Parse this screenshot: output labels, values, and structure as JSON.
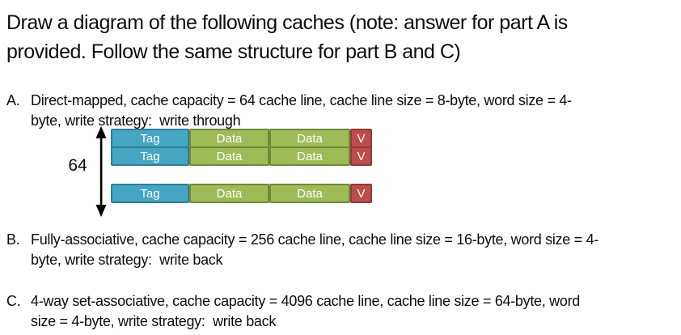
{
  "page": {
    "title_lines": {
      "line1": "Draw a diagram of the following caches (note: answer for part A is",
      "line2": "provided. Follow the same structure for part B and C)"
    }
  },
  "items": {
    "a": {
      "marker": "A.",
      "line1": "Direct-mapped, cache capacity = 64 cache line, cache line size = 8-byte, word size = 4-",
      "line2": "byte, write strategy:  write through"
    },
    "b": {
      "marker": "B.",
      "line1": "Fully-associative, cache capacity = 256 cache line, cache line size = 16-byte, word size = 4-",
      "line2": "byte, write strategy:  write back"
    },
    "c": {
      "marker": "C.",
      "line1": "4-way set-associative, cache capacity = 4096 cache line, cache line size = 64-byte, word",
      "line2": "size = 4-byte, write strategy:  write back"
    }
  },
  "diagram": {
    "row_count_label": "64",
    "colors": {
      "tag_fill": "#45a5c2",
      "tag_border": "#2e7e9a",
      "data_fill": "#9ebb57",
      "data_border": "#71893a",
      "valid_fill": "#be4c4a",
      "valid_border": "#8e3b38",
      "arrow": "#000000"
    },
    "rows": [
      {
        "cells": [
          {
            "type": "tag",
            "label": "Tag"
          },
          {
            "type": "data",
            "label": "Data"
          },
          {
            "type": "data",
            "label": "Data"
          },
          {
            "type": "valid",
            "label": "V"
          }
        ]
      },
      {
        "cells": [
          {
            "type": "tag",
            "label": "Tag"
          },
          {
            "type": "data",
            "label": "Data"
          },
          {
            "type": "data",
            "label": "Data"
          },
          {
            "type": "valid",
            "label": "V"
          }
        ]
      },
      {
        "cells": [
          {
            "type": "tag",
            "label": "Tag"
          },
          {
            "type": "data",
            "label": "Data"
          },
          {
            "type": "data",
            "label": "Data"
          },
          {
            "type": "valid",
            "label": "V"
          }
        ]
      }
    ]
  }
}
